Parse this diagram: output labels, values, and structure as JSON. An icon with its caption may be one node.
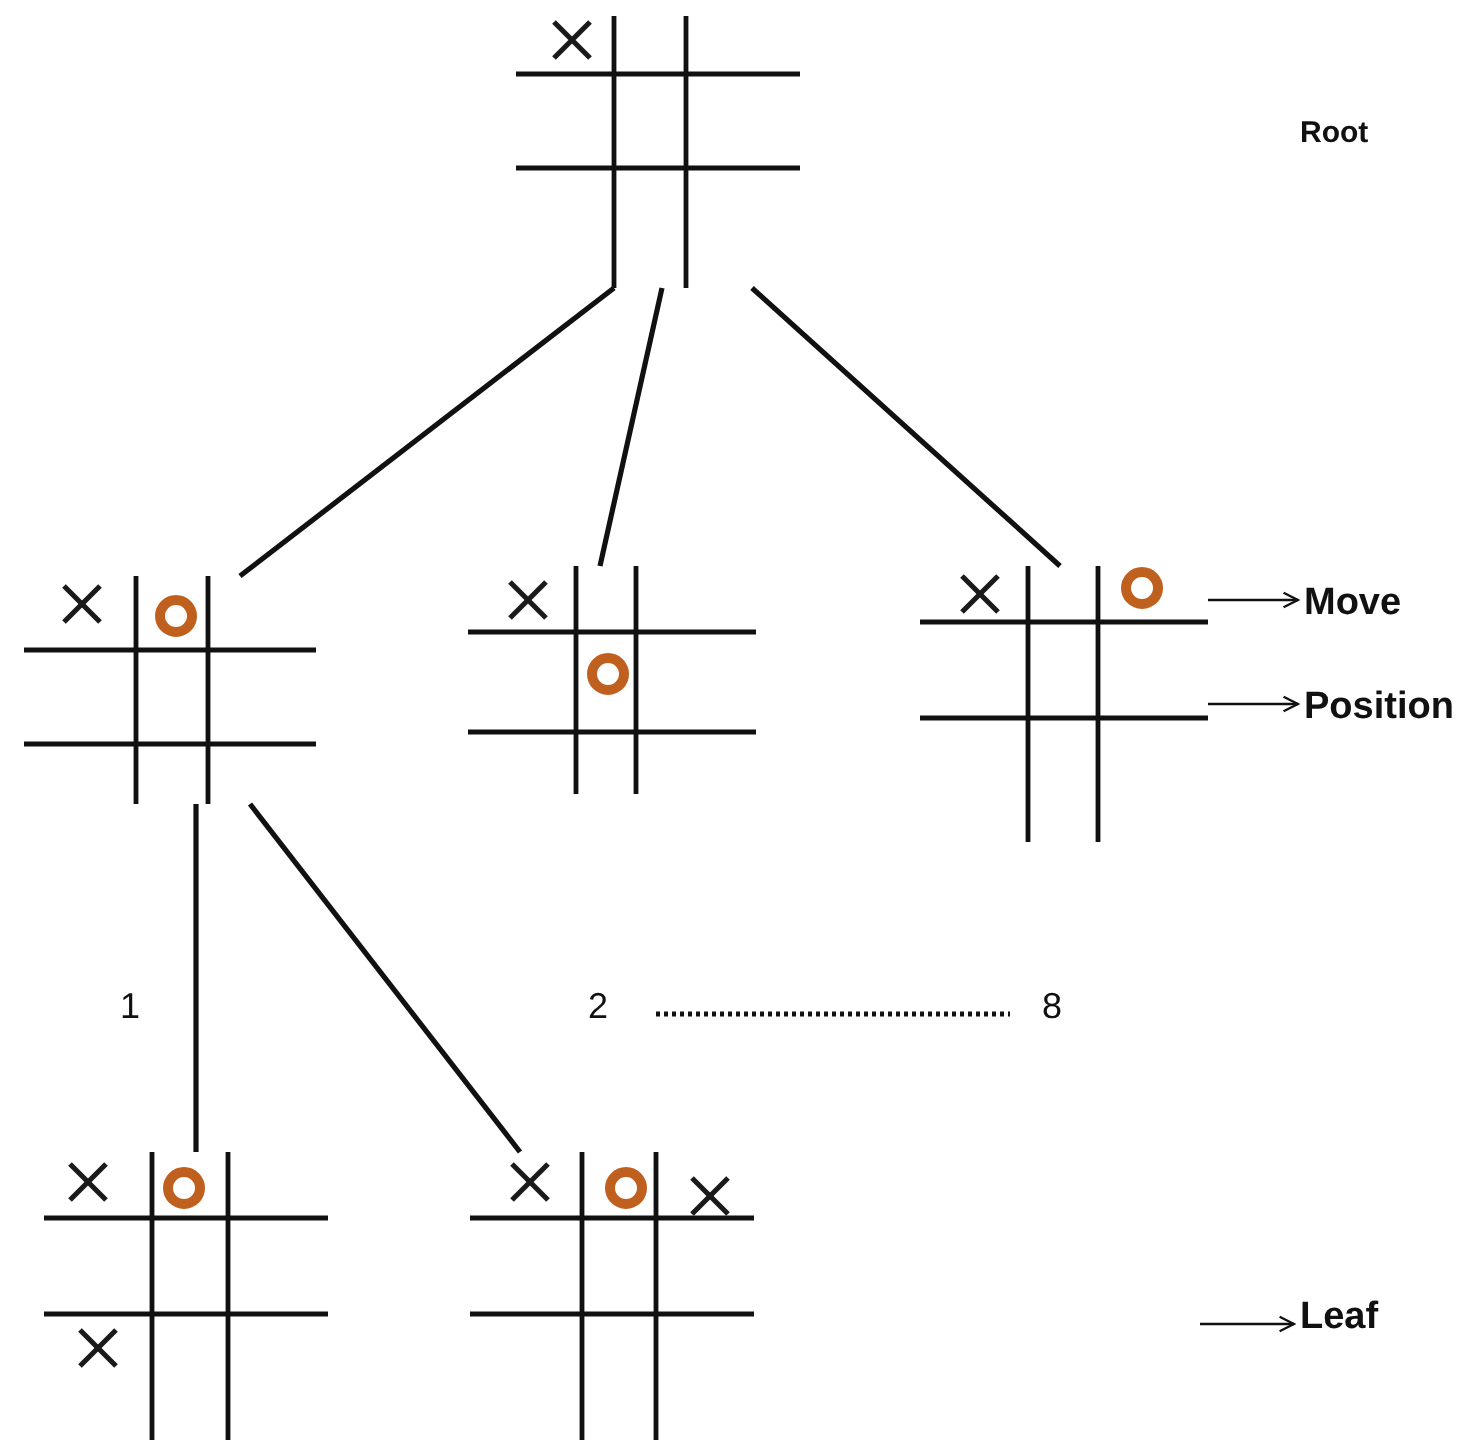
{
  "diagram": {
    "nodes": [
      {
        "text": [],
        "shape": "picture"
      },
      {
        "text": [],
        "shape": "picture"
      },
      {
        "text": [],
        "shape": "picture"
      },
      {
        "text": [],
        "shape": "picture"
      },
      {
        "text": [],
        "shape": "picture"
      },
      {
        "text": [],
        "shape": "picture"
      },
      {
        "text": [
          "Move"
        ]
      },
      {
        "text": [
          "Position"
        ]
      },
      {
        "text": [
          "Leaf"
        ]
      }
    ],
    "edges": [
      {
        "from": 0,
        "to": 1,
        "arrow": "none"
      },
      {
        "from": 0,
        "to": 2,
        "arrow": "none"
      },
      {
        "from": 0,
        "to": 3,
        "arrow": "none"
      },
      {
        "from": 1,
        "to": 4,
        "arrow": "none",
        "label": "1"
      },
      {
        "from": 1,
        "to": 5,
        "arrow": "none"
      },
      {
        "from": 3,
        "to": 6,
        "arrow": "to"
      },
      {
        "from": 3,
        "to": 7,
        "arrow": "to"
      },
      {
        "from": null,
        "to": 8,
        "arrow": "to"
      }
    ],
    "labels": [
      "Root",
      "2",
      "8"
    ]
  }
}
